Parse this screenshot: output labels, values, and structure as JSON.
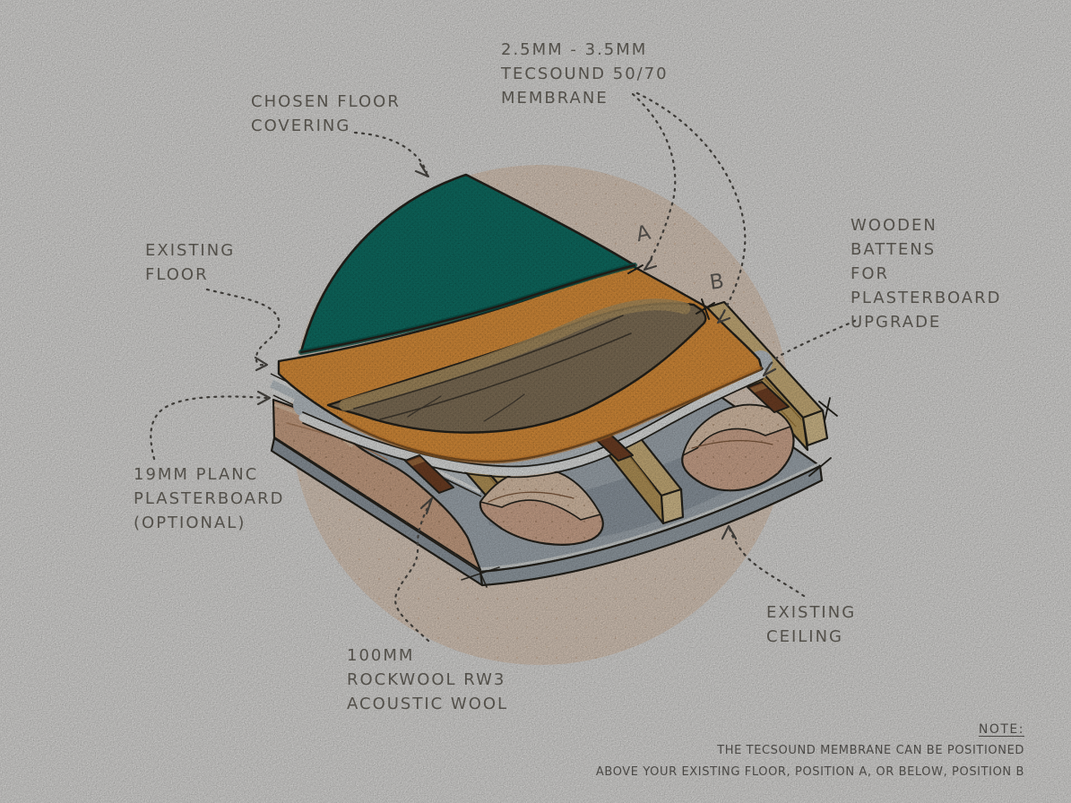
{
  "scene": {
    "paper_color": "#f1f0ee",
    "circle_color": "#efddcd",
    "ink_color": "#29261f",
    "leader_color": "#54514c",
    "label_color": "#53504a"
  },
  "labels": {
    "tecsound_membrane": "2.5MM - 3.5MM\nTECSOUND 50/70\nMEMBRANE",
    "chosen_floor_covering": "CHOSEN FLOOR\nCOVERING",
    "existing_floor": "EXISTING\nFLOOR",
    "wooden_battens": "WOODEN\nBATTENS\nFOR\nPLASTERBOARD\nUPGRADE",
    "planc_plasterboard": "19MM PLANC\nPLASTERBOARD\n(OPTIONAL)",
    "rockwool": "100MM\nROCKWOOL RW3\nACOUSTIC WOOL",
    "existing_ceiling": "EXISTING\nCEILING",
    "position_a": "A",
    "position_b": "B"
  },
  "note": {
    "title": "NOTE:",
    "line1": "THE TECSOUND MEMBRANE CAN BE POSITIONED",
    "line2": "ABOVE YOUR EXISTING FLOOR, POSITION A, OR BELOW, POSITION B"
  },
  "layers": {
    "chosen_floor_covering": {
      "color": "#10796d"
    },
    "tecsound_membrane": {
      "color": "#f09d40"
    },
    "existing_floor_boards": {
      "color": "#8d7b60"
    },
    "planc_plasterboard": {
      "color": "#c9d1d7"
    },
    "wooden_battens": {
      "color": "#7a4527"
    },
    "rockwool": {
      "color": "#dcb091"
    },
    "joists": {
      "color": "#dcbf85"
    },
    "existing_ceiling": {
      "color": "#aeb8c0"
    }
  }
}
